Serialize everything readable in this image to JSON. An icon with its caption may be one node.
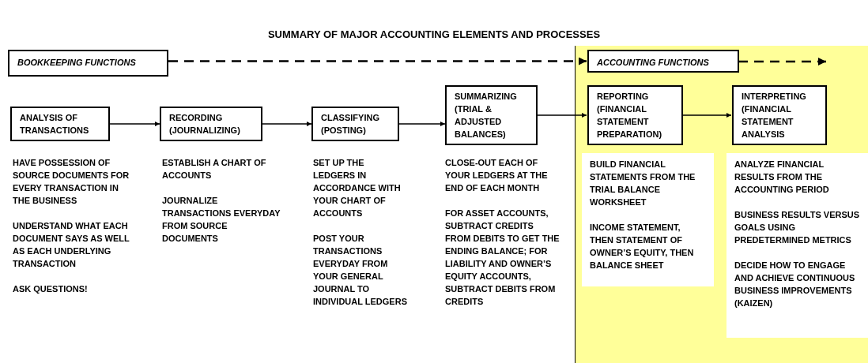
{
  "diagram": {
    "title": "SUMMARY OF MAJOR ACCOUNTING ELEMENTS AND PROCESSES",
    "nodes": [
      {
        "text": [
          "BOOKKEEPING FUNCTIONS"
        ]
      },
      {
        "text": [],
        "shape": "box"
      },
      {
        "text": [
          "ACCOUNTING FUNCTIONS"
        ],
        "in": 1
      },
      {
        "text": [
          "ANALYSIS OF TRANSACTIONS"
        ],
        "beside": [
          "HAVE POSSESSION OF SOURCE DOCUMENTS FOR EVERY TRANSACTION IN THE BUSINESS",
          "UNDERSTAND WHAT EACH DOCUMENT SAYS AS WELL AS EACH UNDERLYING TRANSACTION",
          "ASK QUESTIONS!"
        ]
      },
      {
        "text": [
          "RECORDING (JOURNALIZING)"
        ],
        "beside": [
          "ESTABLISH A CHART OF ACCOUNTS",
          "JOURNALIZE TRANSACTIONS EVERYDAY FROM SOURCE DOCUMENTS"
        ]
      },
      {
        "text": [
          "CLASSIFYING (POSTING)"
        ],
        "beside": [
          "SET UP THE LEDGERS IN ACCORDANCE WITH YOUR CHART OF ACCOUNTS",
          "POST YOUR TRANSACTIONS EVERYDAY FROM YOUR GENERAL JOURNAL TO INDIVIDUAL LEDGERS"
        ]
      },
      {
        "text": [
          "SUMMARIZING (TRIAL & ADJUSTED BALANCES)"
        ],
        "beside": [
          "CLOSE-OUT EACH OF YOUR LEDGERS AT THE END OF EACH MONTH",
          "FOR ASSET ACCOUNTS, SUBTRACT CREDITS FROM DEBITS TO GET THE ENDING BALANCE; FOR LIABILITY AND OWNER’S EQUITY ACCOUNTS, SUBTRACT DEBITS FROM CREDITS"
        ]
      },
      {
        "text": [
          "REPORTING (FINANCIAL STATEMENT PREPARATION)"
        ],
        "in": 1,
        "beside": [
          "BUILD FINANCIAL STATEMENTS FROM THE TRIAL BALANCE WORKSHEET",
          "INCOME STATEMENT, THEN STATEMENT OF OWNER’S EQUITY, THEN BALANCE SHEET"
        ]
      },
      {
        "text": [
          "INTERPRETING (FINANCIAL STATEMENT ANALYSIS"
        ],
        "in": 1,
        "beside": [
          "ANALYZE FINANCIAL RESULTS FROM THE ACCOUNTING PERIOD",
          "BUSINESS RESULTS VERSUS GOALS USING PREDETERMINED METRICS",
          "DECIDE HOW TO ENGAGE AND ACHIEVE CONTINUOUS BUSINESS IMPROVEMENTS (KAIZEN)"
        ]
      }
    ],
    "edges": [
      {
        "from": 0,
        "to": 2,
        "arrow": "to",
        "style": "dashed"
      },
      {
        "from": 2,
        "to": null,
        "arrow": "to",
        "style": "dashed"
      },
      {
        "from": 3,
        "to": 4,
        "arrow": "to"
      },
      {
        "from": 4,
        "to": 5,
        "arrow": "to"
      },
      {
        "from": 5,
        "to": 6,
        "arrow": "to"
      },
      {
        "from": 6,
        "to": 7,
        "arrow": "to"
      },
      {
        "from": 7,
        "to": 8,
        "arrow": "to"
      }
    ]
  }
}
